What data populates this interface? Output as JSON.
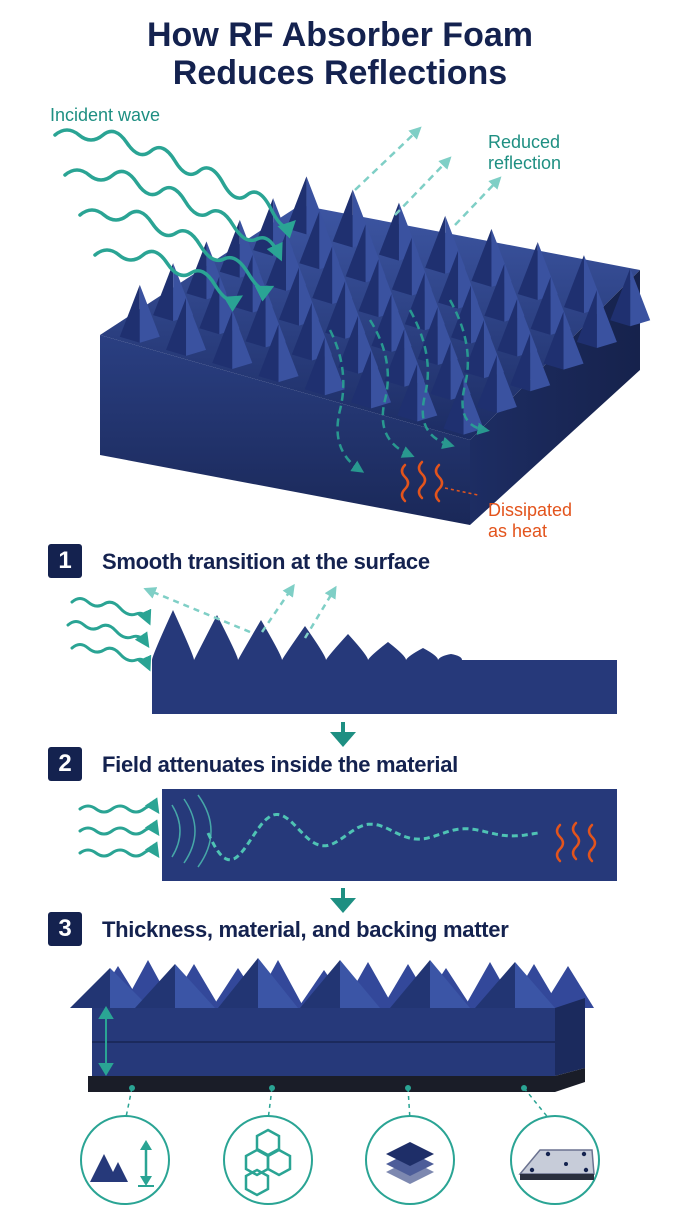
{
  "title_line1": "How RF Absorber Foam",
  "title_line2": "Reduces Reflections",
  "labels": {
    "incident": "Incident wave",
    "reduced_1": "Reduced",
    "reduced_2": "reflection",
    "dissipated_1": "Dissipated",
    "dissipated_2": "as heat"
  },
  "steps": [
    {
      "number": "1",
      "title": "Smooth transition at the surface"
    },
    {
      "number": "2",
      "title": "Field attenuates inside the material"
    },
    {
      "number": "3",
      "title": "Thickness, material, and backing matter"
    }
  ],
  "icons": [
    "pyramid-thickness-icon",
    "hexagon-cells-icon",
    "layer-stack-icon",
    "backing-plate-icon"
  ],
  "colors": {
    "navy": "#14224f",
    "foam": "#26397a",
    "teal": "#2aa494",
    "orange": "#e3541c"
  }
}
